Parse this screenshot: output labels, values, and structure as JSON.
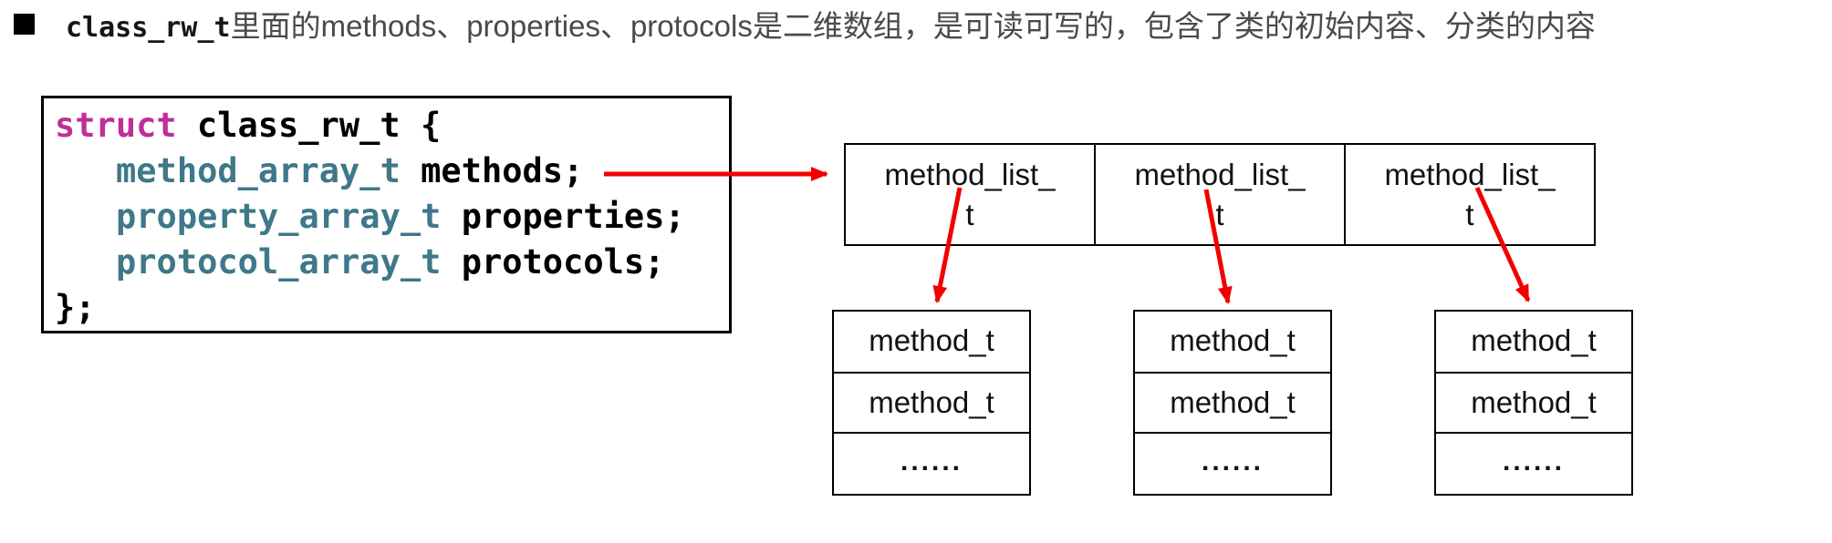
{
  "title": {
    "code_part": "class_rw_t",
    "text_part": "里面的methods、properties、protocols是二维数组，是可读可写的，包含了类的初始内容、分类的内容"
  },
  "colors": {
    "keyword": "#bf2e99",
    "type": "#3e7889",
    "arrow": "#f20000",
    "title_text": "#4a4a4a",
    "code_text": "#000000",
    "border": "#000000"
  },
  "code_block": {
    "lines": [
      {
        "keyword": "struct",
        "rest": " class_rw_t {"
      },
      {
        "type": "method_array_t",
        "rest": " methods;"
      },
      {
        "type": "property_array_t",
        "rest": " properties;"
      },
      {
        "type": "protocol_array_t",
        "rest": " protocols;"
      },
      {
        "rest": "};"
      }
    ]
  },
  "array_row": {
    "cells": [
      {
        "lines": [
          "method_list_",
          "t"
        ]
      },
      {
        "lines": [
          "method_list_",
          "t"
        ]
      },
      {
        "lines": [
          "method_list_",
          "t"
        ]
      }
    ]
  },
  "stacks": [
    {
      "rows": [
        "method_t",
        "method_t",
        "......"
      ]
    },
    {
      "rows": [
        "method_t",
        "method_t",
        "......"
      ]
    },
    {
      "rows": [
        "method_t",
        "method_t",
        "......"
      ]
    }
  ]
}
